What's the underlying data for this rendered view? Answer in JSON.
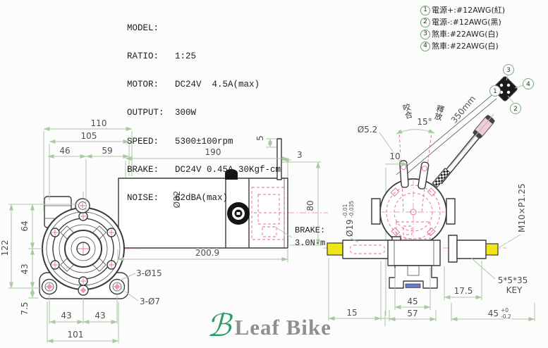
{
  "specs": {
    "rows": [
      {
        "label": "MODEL:",
        "value": ""
      },
      {
        "label": "RATIO:",
        "value": "1:25"
      },
      {
        "label": "MOTOR:",
        "value": "DC24V  4.5A(max)"
      },
      {
        "label": "OUTPUT:",
        "value": "300W"
      },
      {
        "label": "SPEED:",
        "value": "5300±100rpm"
      },
      {
        "label": "BRAKE:",
        "value": "DC24V 0.45A 30Kgf-cm"
      },
      {
        "label": "NOISE:",
        "value": "62dBA(max)"
      }
    ]
  },
  "wires": {
    "items": [
      {
        "num": "1",
        "text": "電源+:#12AWG(紅)"
      },
      {
        "num": "2",
        "text": "電源-:#12AWG(黑)"
      },
      {
        "num": "3",
        "text": "煞車:#22AWG(白)"
      },
      {
        "num": "4",
        "text": "煞車:#22AWG(白)"
      }
    ]
  },
  "front_view": {
    "dim_110": "110",
    "dim_105": "105",
    "dim_46": "46",
    "dim_59": "59",
    "dim_122": "122",
    "dim_64": "64",
    "dim_43_left": "43",
    "dim_7_5": "7.5",
    "dim_43_a": "43",
    "dim_43_b": "43",
    "dim_101": "101",
    "callout_3_holes_15": "3-Ø15",
    "callout_3_holes_7": "3-Ø7"
  },
  "side_view": {
    "dim_190": "190",
    "dim_5": "5",
    "dim_3": "3",
    "dim_80": "80",
    "dim_dia_82": "Ø82",
    "dim_200_9": "200.9",
    "brake_line1": "BRAKE:",
    "brake_line2": "3.0N-m"
  },
  "end_view": {
    "label_engage": "咬合",
    "label_release": "釋放",
    "dim_angle": "15°",
    "dim_hole": "Ø5.2",
    "dim_10": "10",
    "lever_length": "350mm",
    "shaft_dia": "Ø19",
    "shaft_tol_hi": "-0.01",
    "shaft_tol_lo": "-0.035",
    "thread": "M10×P1.25",
    "dim_15": "15",
    "dim_45": "45",
    "dim_57": "57",
    "dim_17_5": "17.5",
    "dim_45b": "45",
    "dim_45b_hi": "+0",
    "dim_45b_lo": "-0.2",
    "key_line1": "5*5*35",
    "key_line2": "KEY",
    "pins": [
      "1",
      "2",
      "3",
      "4"
    ]
  },
  "logo": {
    "mark": "ℬ",
    "text": "Leaf Bike"
  },
  "colors": {
    "dimension_line": "#a8c9a2",
    "dimension_text": "#4f4f4f",
    "outline": "#3a3a3a",
    "magenta_detail": "#e2679b",
    "shaft_tip_yellow": "#f2e418",
    "bracket_blue": "#6a79d0",
    "logo_gray": "#8f8f8f",
    "logo_green": "#2e9e68"
  }
}
